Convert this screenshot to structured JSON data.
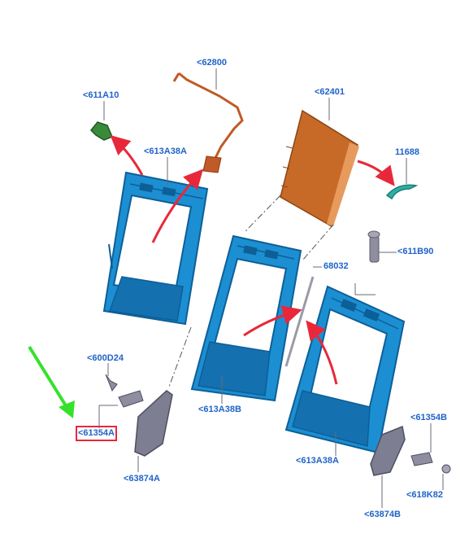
{
  "colors": {
    "label": "#1f63c9",
    "frame": "#1c8fd2",
    "frame_dark": "#0d5f97",
    "copper": "#c76a28",
    "green": "#3a8a3c",
    "teal": "#2cb0a8",
    "gray_part": "#7e7e92",
    "red_arrow": "#e8283a",
    "green_pointer": "#35e22a",
    "highlight_box": "#e8283a"
  },
  "labels": {
    "l62800": "<62800",
    "l611a10": "<611A10",
    "l613a38a_top": "<613A38A",
    "l62401": "<62401",
    "l11688": "11688",
    "l611b90": "<611B90",
    "l68032": "68032",
    "l600d24": "<600D24",
    "l61354a": "<61354A",
    "l613a38b": "<613A38B",
    "l63874a": "<63874A",
    "l613a38a_bottom": "<613A38A",
    "l61354b": "<61354B",
    "l618k82": "<618K82",
    "l63874b": "<63874B"
  },
  "highlighted_label": "l61354a"
}
